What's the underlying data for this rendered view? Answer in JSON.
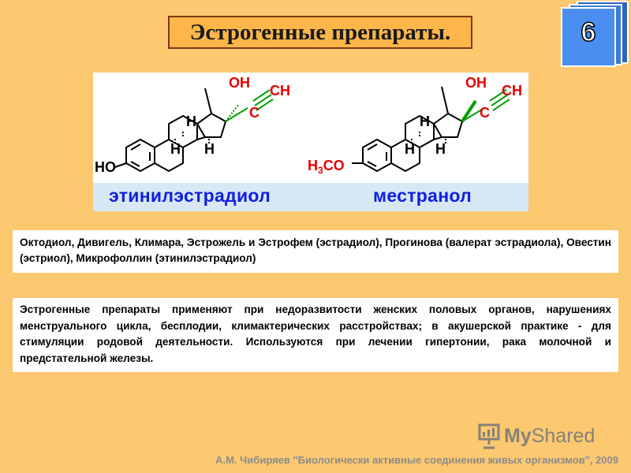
{
  "slide": {
    "title": "Эстрогенные препараты.",
    "page_number": "6"
  },
  "structures": {
    "left": {
      "name": "этинилэстрадиол",
      "oh": "OH",
      "ch": "CH",
      "c": "C",
      "h_top": "H",
      "h_left": "H",
      "h_right": "H",
      "ho": "HO"
    },
    "right": {
      "name": "местранол",
      "oh": "OH",
      "ch": "CH",
      "c": "C",
      "h_top": "H",
      "h_left": "H",
      "h_right": "H",
      "h3co_h": "H",
      "h3co_sub": "3",
      "h3co_co": "CO"
    }
  },
  "trade_names": "Октодиол, Дивигель, Климара, Эстрожель и Эстрофем (эстрадиол), Прогинова (валерат эстрадиола), Овестин (эстриол), Микрофоллин (этинилэстрадиол)",
  "usage": "Эстрогенные препараты применяют при недоразвитости женских половых органов, нарушениях менструального цикла, бесплодии, климактерических расстройствах; в акушерской практике - для стимуляции родовой деятельности. Используются при лечении гипертонии, рака молочной и предстательной железы.",
  "footer": "А.М. Чибиряев \"Биологически активные соединения живых организмов\", 2009",
  "watermark": {
    "brand_my": "My",
    "brand_rest": "Shared"
  },
  "colors": {
    "background": "#fcc870",
    "title_box": "#fcb64a",
    "heteroatom_red": "#e80000",
    "name_blue": "#1020e0",
    "bond_green": "#00a000"
  }
}
